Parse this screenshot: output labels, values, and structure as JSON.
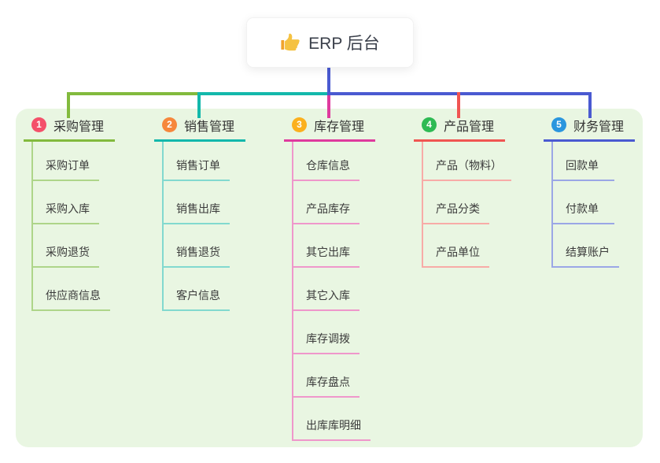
{
  "root": {
    "label": "ERP 后台",
    "icon": "thumbs-up-icon"
  },
  "connectors": {
    "stem_color": "#4a5ad1",
    "left_segment_color": "#82ba3d",
    "mid_segment_color": "#13b8ab",
    "right_segment_color": "#4a5ad1"
  },
  "panel_color": "#e9f6e2",
  "branches": [
    {
      "badge": "1",
      "label": "采购管理",
      "badge_color": "#f4506a",
      "line_color": "#82ba3d",
      "child_line_color": "#aed589",
      "children": [
        "采购订单",
        "采购入库",
        "采购退货",
        "供应商信息"
      ]
    },
    {
      "badge": "2",
      "label": "销售管理",
      "badge_color": "#f6873c",
      "line_color": "#13b8ab",
      "child_line_color": "#82d9cf",
      "children": [
        "销售订单",
        "销售出库",
        "销售退货",
        "客户信息"
      ]
    },
    {
      "badge": "3",
      "label": "库存管理",
      "badge_color": "#fbb01e",
      "line_color": "#df3a9e",
      "child_line_color": "#ef97cb",
      "children": [
        "仓库信息",
        "产品库存",
        "其它出库",
        "其它入库",
        "库存调拨",
        "库存盘点",
        "出库库明细"
      ]
    },
    {
      "badge": "4",
      "label": "产品管理",
      "badge_color": "#2eba54",
      "line_color": "#f05552",
      "child_line_color": "#f8aba7",
      "children": [
        "产品（物料）",
        "产品分类",
        "产品单位"
      ]
    },
    {
      "badge": "5",
      "label": "财务管理",
      "badge_color": "#2a96de",
      "line_color": "#4a5ad1",
      "child_line_color": "#9ba7e6",
      "children": [
        "回款单",
        "付款单",
        "结算账户"
      ]
    }
  ]
}
